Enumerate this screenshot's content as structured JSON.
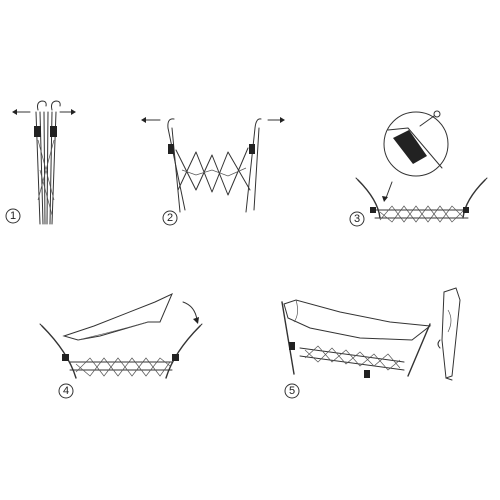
{
  "steps": [
    {
      "number": "1"
    },
    {
      "number": "2"
    },
    {
      "number": "3"
    },
    {
      "number": "4"
    },
    {
      "number": "5"
    }
  ],
  "colors": {
    "line": "#333333",
    "joint": "#222222",
    "background": "#ffffff"
  }
}
